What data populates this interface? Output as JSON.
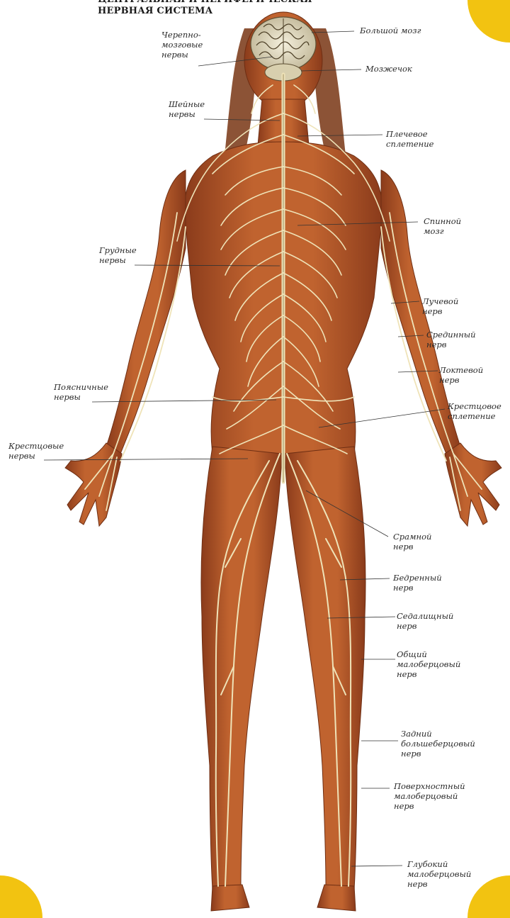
{
  "title": {
    "line1": "ЦЕНТРАЛЬНАЯ И ПЕРИФЕРИЧЕСКАЯ",
    "line2": "НЕРВНАЯ СИСТЕМА"
  },
  "colors": {
    "skin": "#b5582b",
    "skin_shadow": "#7e3518",
    "hair": "#8a4a22",
    "nerve": "#efe3b8",
    "brain": "#e8e2c8",
    "leader_line": "#333333",
    "corner_accent": "#f2c311"
  },
  "labels": {
    "cranial": "Черепно-\nмозговые\nнервы",
    "cerebrum": "Большой мозг",
    "cerebellum": "Мозжечок",
    "cervical": "Шейные\nнервы",
    "brachial": "Плечевое\nсплетение",
    "spinal_cord": "Спинной\nмозг",
    "thoracic": "Грудные\nнервы",
    "radial": "Лучевой\nнерв",
    "median": "Срединный\nнерв",
    "ulnar": "Локтевой\nнерв",
    "lumbar": "Поясничные\nнервы",
    "sacral_plexus": "Крестцовое\nсплетение",
    "sacral": "Крестцовые\nнервы",
    "pudendal": "Срамной\nнерв",
    "femoral": "Бедренный\nнерв",
    "sciatic": "Седалищный\nнерв",
    "common_peroneal": "Общий\nмалоберцовый\nнерв",
    "posterior_tibial": "Задний\nбольшеберцовый\nнерв",
    "superficial_peroneal": "Поверхностный\nмалоберцовый\nнерв",
    "deep_peroneal": "Глубокий\nмалоберцовый\nнерв"
  }
}
